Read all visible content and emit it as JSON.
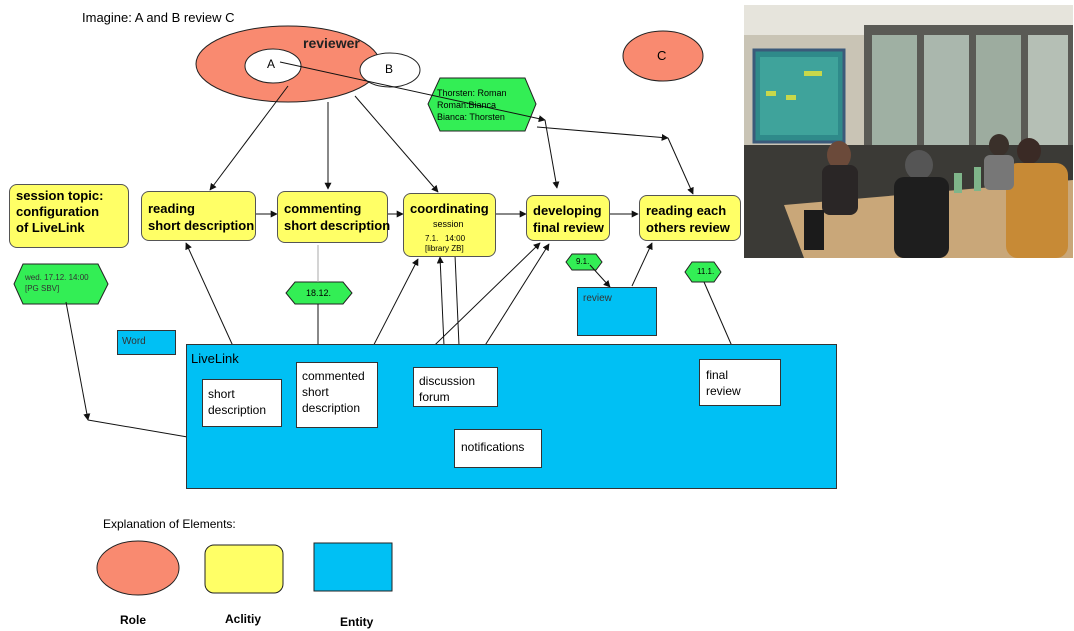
{
  "heading": "Imagine: A and B review C",
  "roles": {
    "reviewer_label": "reviewer",
    "a": "A",
    "b": "B",
    "c": "C"
  },
  "pairs": "Thorsten: Roman\nRoman:Bianca\nBianca: Thorsten",
  "activities": {
    "session_topic": "session topic:\nconfiguration\nof LiveLink",
    "reading": "reading\nshort description",
    "commenting": "commenting\nshort description",
    "coordinating": "coordinating",
    "developing": "developing\nfinal review",
    "reading_each": "reading each\nothers review"
  },
  "session_label": "session",
  "times": {
    "wed": "wed. 17.12. 14:00\n[PG SBV]",
    "t1812": "18.12.",
    "coord": "7.1.   14:00\n[library ZB]",
    "t91": "9.1.",
    "t111": "11.1."
  },
  "entities": {
    "word": "Word",
    "livelink": "LiveLink",
    "short_description": "short\ndescription",
    "commented": "commented\nshort\ndescription",
    "forum": "discussion\nforum",
    "notifications": "notifications",
    "final_review": "final\nreview",
    "review": "review"
  },
  "legend": {
    "title": "Explanation of Elements:",
    "role": "Role",
    "activity": "Aclitiy",
    "entity": "Entity"
  },
  "colors": {
    "role": "#f98a70",
    "activity": "#ffff66",
    "entity": "#00c0f4",
    "time": "#33ee55"
  }
}
